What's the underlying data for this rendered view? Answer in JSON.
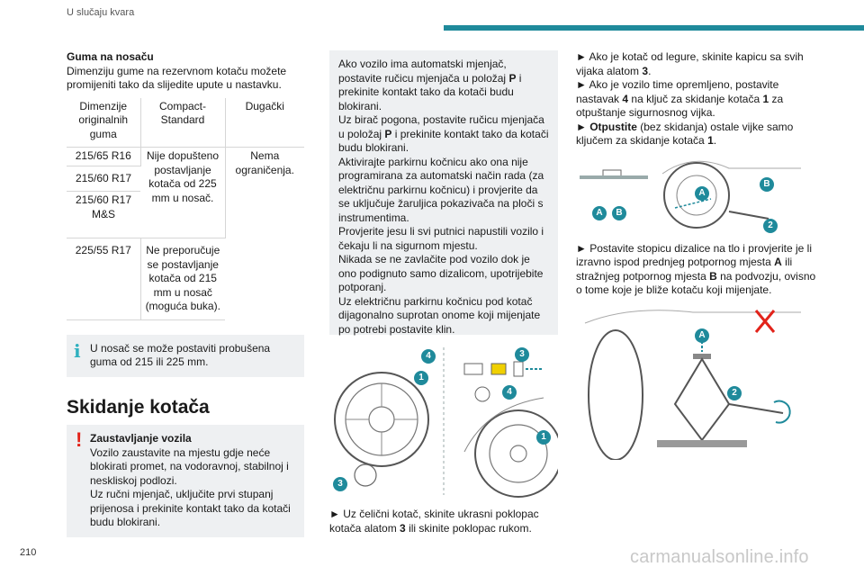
{
  "header": {
    "title": "U slučaju kvara"
  },
  "page_number": "210",
  "watermark": "carmanualsonline.info",
  "colors": {
    "accent": "#1f8a9b",
    "warning": "#e2231a",
    "info": "#2fb0bf",
    "box_bg": "#eef0f2"
  },
  "col1": {
    "tyre_heading": "Guma na nosaču",
    "tyre_intro": "Dimenziju gume na rezervnom kotaču možete promijeniti tako da slijedite upute u nastavku.",
    "table": {
      "headers": [
        "Dimenzije originalnih guma",
        "Compact-Standard",
        "Dugački"
      ],
      "sizes": [
        "215/65 R16",
        "215/60 R17",
        "215/60 R17 M&S",
        "225/55 R17"
      ],
      "compact_group1": "Nije dopušteno postavljanje kotača od 225 mm u nosač.",
      "compact_group2": "Ne preporučuje se postavljanje kotača od 215 mm u nosač (moguća buka).",
      "long_value": "Nema ograničenja."
    },
    "info_text": "U nosač se može postaviti probušena guma od 215 ili 225 mm.",
    "section_title": "Skidanje kotača",
    "warning_title": "Zaustavljanje vozila",
    "warning_lines": [
      "Vozilo zaustavite na mjestu gdje neće blokirati promet, na vodoravnoj, stabilnoj i neskliskoj podlozi.",
      "Uz ručni mjenjač, uključite prvi stupanj prijenosa i prekinite kontakt tako da kotači budu blokirani."
    ]
  },
  "col2": {
    "box_lines": [
      [
        "Ako vozilo ima automatski mjenjač, postavite ručicu mjenjača u položaj ",
        "P",
        " i prekinite kontakt tako da kotači budu blokirani."
      ],
      [
        "Uz birač pogona, postavite ručicu mjenjača u položaj ",
        "P",
        " i prekinite kontakt tako da kotači budu blokirani."
      ],
      [
        "Aktivirajte parkirnu kočnicu ako ona nije programirana za automatski način rada (za električnu parkirnu kočnicu) i provjerite da se uključuje žaruljica pokazivača na ploči s instrumentima.",
        "",
        ""
      ],
      [
        "Provjerite jesu li svi putnici napustili vozilo i čekaju li na sigurnom mjestu.",
        "",
        ""
      ],
      [
        "Nikada se ne zavlačite pod vozilo dok je ono podignuto samo dizalicom, upotrijebite potporanj.",
        "",
        ""
      ],
      [
        "Uz električnu parkirnu kočnicu pod kotač dijagonalno suprotan onome koji mijenjate po potrebi postavite klin.",
        "",
        ""
      ]
    ],
    "figure_badges": [
      "1",
      "4",
      "3",
      "4",
      "1",
      "3"
    ],
    "caption": [
      "► Uz čelični kotač, skinite ukrasni poklopac kotača alatom ",
      "3",
      " ili skinite poklopac rukom."
    ]
  },
  "col3": {
    "steps": [
      [
        "► Ako je kotač od legure, skinite kapicu sa svih vijaka alatom ",
        "3",
        "."
      ],
      [
        "► Ako je vozilo time opremljeno, postavite nastavak ",
        "4",
        " na ključ za skidanje kotača ",
        "1",
        " za otpuštanje sigurnosnog vijka."
      ],
      [
        "► ",
        "Otpustite",
        " (bez skidanja) ostale vijke samo ključem za skidanje kotača ",
        "1",
        "."
      ]
    ],
    "figure1_badges": [
      "A",
      "B",
      "A",
      "B",
      "2"
    ],
    "step4": [
      "► Postavite stopicu dizalice na tlo i provjerite je li izravno ispod prednjeg potpornog mjesta ",
      "A",
      " ili stražnjeg potpornog mjesta ",
      "B",
      " na podvozju, ovisno o tome koje je bliže kotaču koji mijenjate."
    ],
    "figure2_badges": [
      "A",
      "2"
    ]
  }
}
